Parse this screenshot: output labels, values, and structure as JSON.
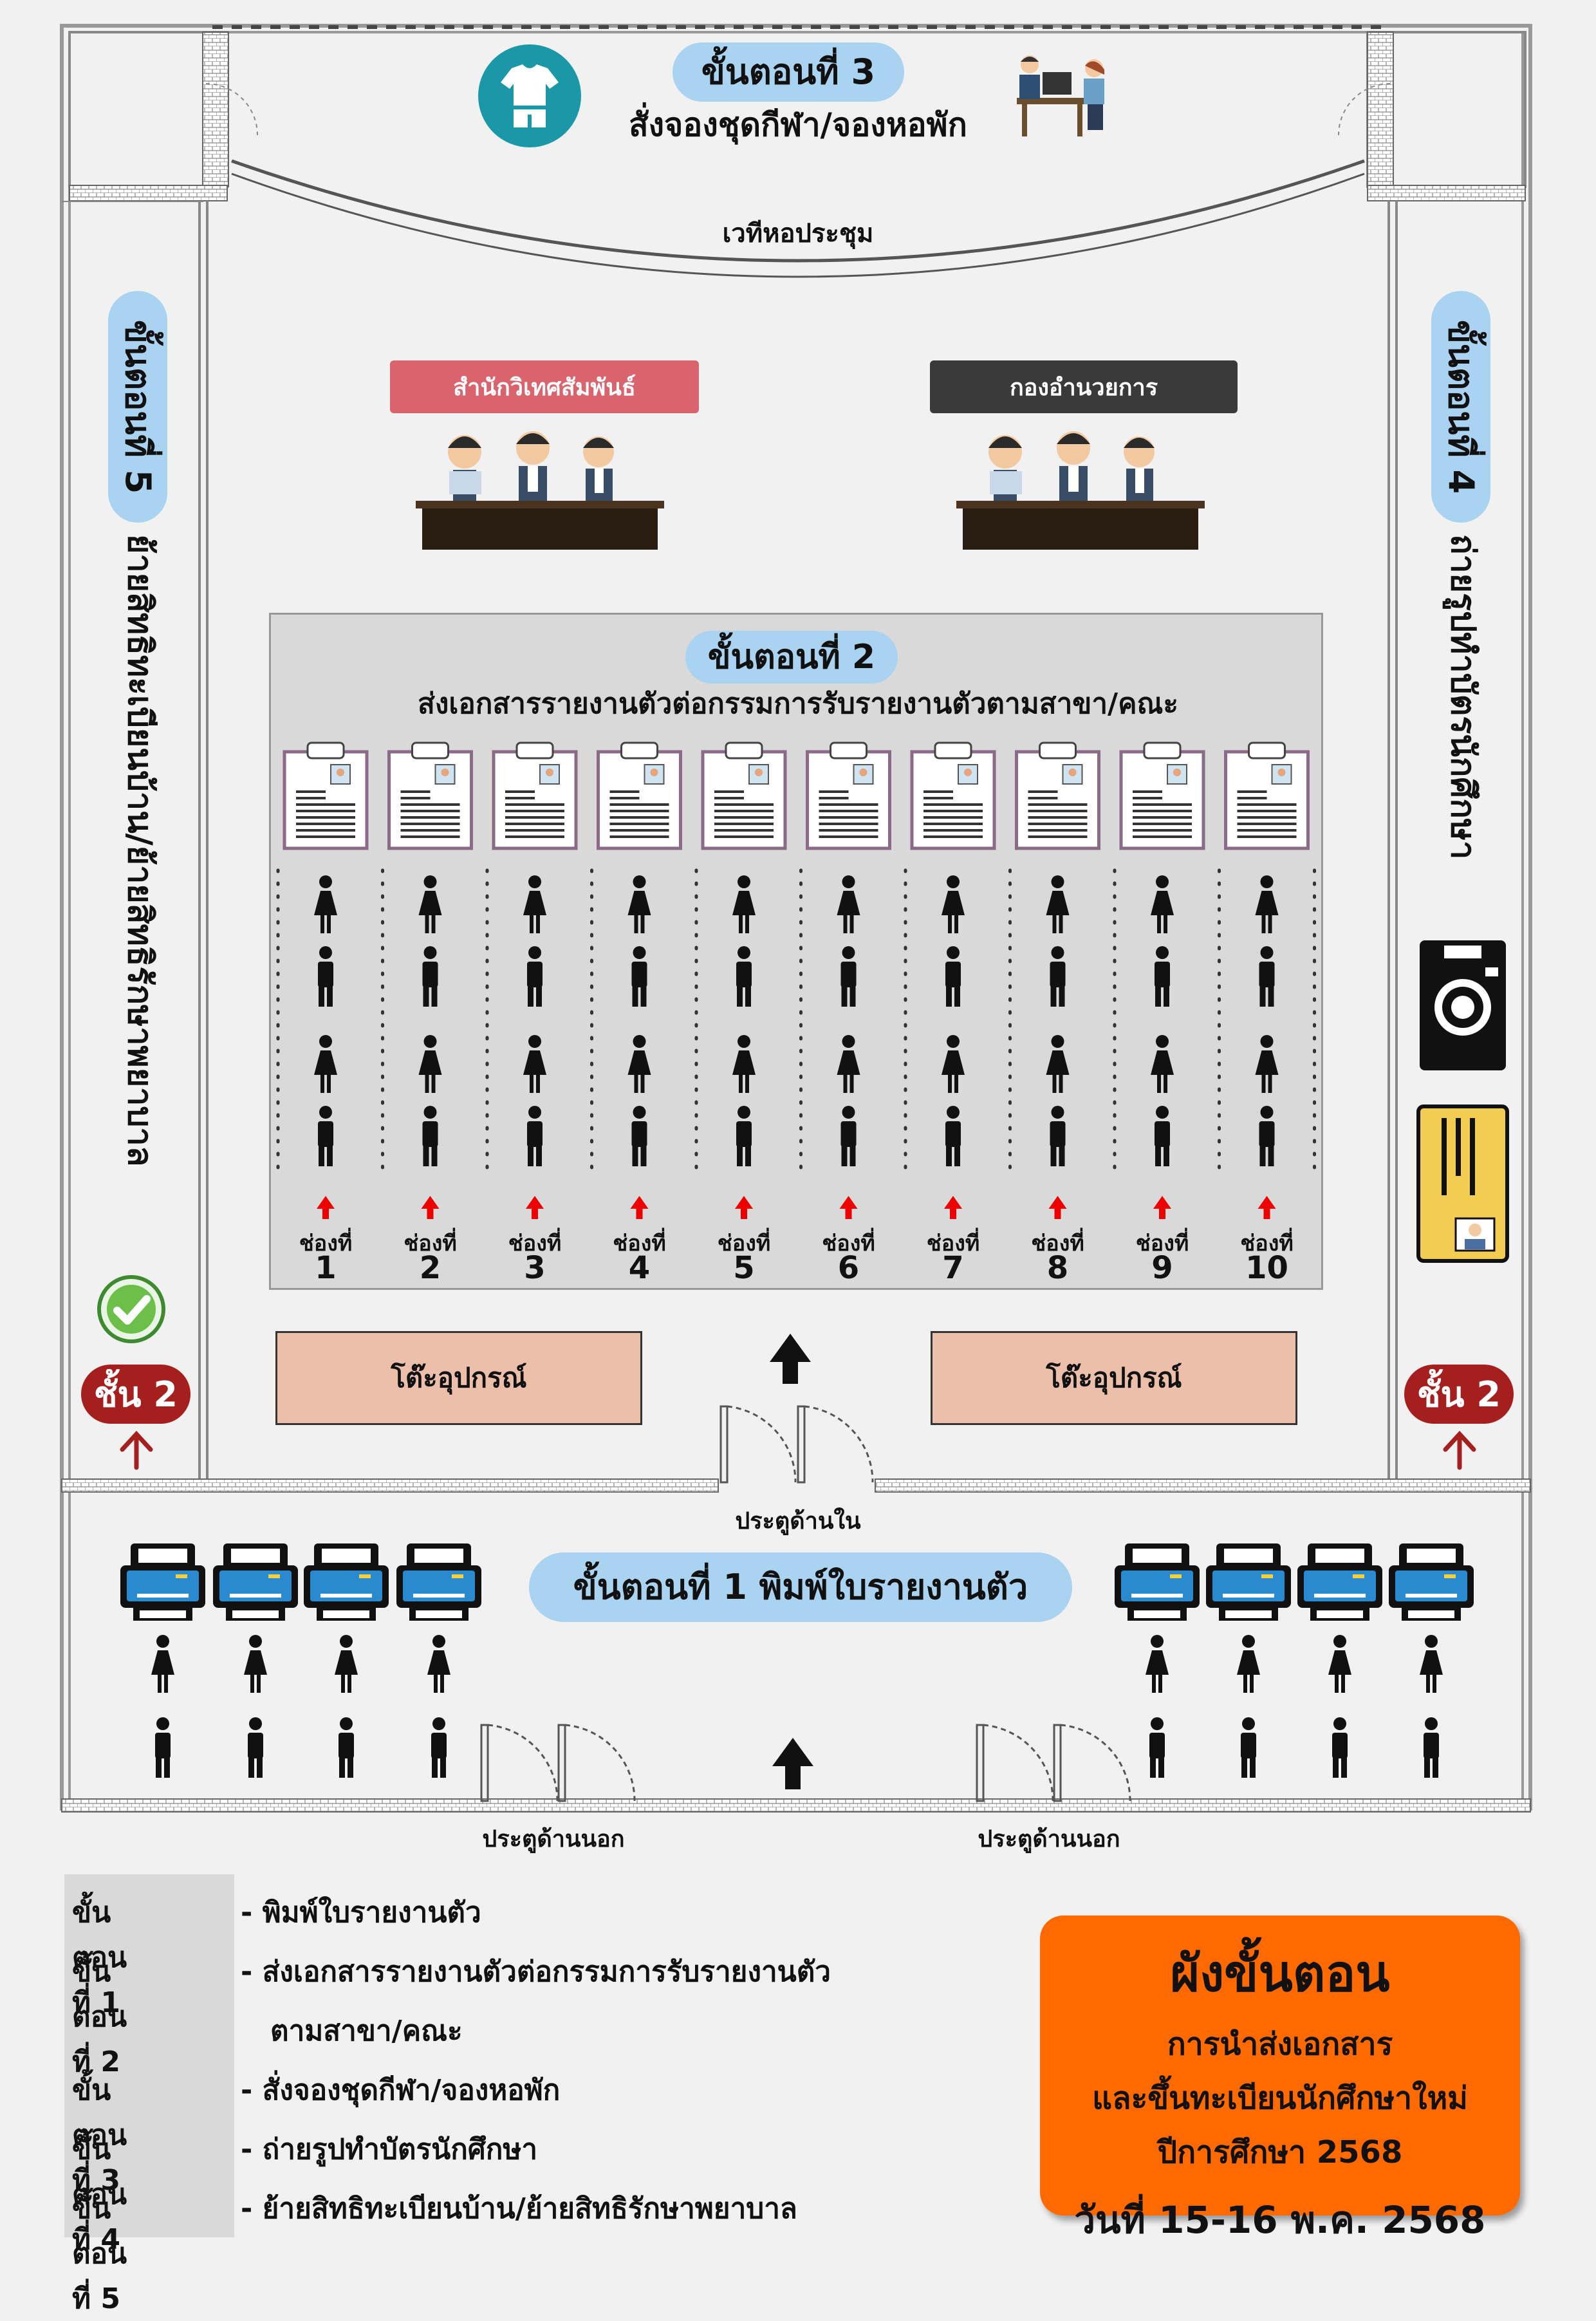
{
  "top": {
    "step3_label": "ขั้นตอนที่ 3",
    "step3_text": "สั่งจองชุดกีฬา/จองหอพัก",
    "stage": "เวทีหอประชุม"
  },
  "left": {
    "step5_label": "ขั้นตอนที่ 5",
    "step5_text": "ย้ายสิทธิทะเบียนบ้าน/ย้ายสิทธิรักษาพยาบาล",
    "floor": "ชั้น 2"
  },
  "right": {
    "step4_label": "ขั้นตอนที่ 4",
    "step4_text": "ถ่ายรูปทำบัตรนักศึกษา",
    "floor": "ชั้น 2"
  },
  "desks": {
    "left": "สำนักวิเทศสัมพันธ์",
    "right": "กองอำนวยการ"
  },
  "step2": {
    "label": "ขั้นตอนที่ 2",
    "text": "ส่งเอกสารรายงานตัวต่อกรรมการรับรายงานตัวตามสาขา/คณะ",
    "lanes": [
      {
        "name": "ช่องที่",
        "num": "1"
      },
      {
        "name": "ช่องที่",
        "num": "2"
      },
      {
        "name": "ช่องที่",
        "num": "3"
      },
      {
        "name": "ช่องที่",
        "num": "4"
      },
      {
        "name": "ช่องที่",
        "num": "5"
      },
      {
        "name": "ช่องที่",
        "num": "6"
      },
      {
        "name": "ช่องที่",
        "num": "7"
      },
      {
        "name": "ช่องที่",
        "num": "8"
      },
      {
        "name": "ช่องที่",
        "num": "9"
      },
      {
        "name": "ช่องที่",
        "num": "10"
      }
    ]
  },
  "equipment": {
    "left": "โต๊ะอุปกรณ์",
    "right": "โต๊ะอุปกรณ์"
  },
  "doors": {
    "inner": "ประตูด้านใน",
    "outer_left": "ประตูด้านนอก",
    "outer_right": "ประตูด้านนอก"
  },
  "step1": {
    "label": "ขั้นตอนที่ 1 พิมพ์ใบรายงานตัว"
  },
  "legend": [
    {
      "key": "ขั้นตอนที่ 1",
      "val": "- พิมพ์ใบรายงานตัว"
    },
    {
      "key": "ขั้นตอนที่ 2",
      "val": "- ส่งเอกสารรายงานตัวต่อกรรมการรับรายงานตัว",
      "val2": "ตามสาขา/คณะ"
    },
    {
      "key": "ขั้นตอนที่ 3",
      "val": "- สั่งจองชุดกีฬา/จองหอพัก"
    },
    {
      "key": "ขั้นตอนที่ 4",
      "val": "- ถ่ายรูปทำบัตรนักศึกษา"
    },
    {
      "key": "ขั้นตอนที่ 5",
      "val": "- ย้ายสิทธิทะเบียนบ้าน/ย้ายสิทธิรักษาพยาบาล"
    }
  ],
  "info_box": {
    "title": "ผังขั้นตอน",
    "line1": "การนำส่งเอกสาร",
    "line2": "และขึ้นทะเบียนนักศึกษาใหม่",
    "line3": "ปีการศึกษา 2568",
    "date": "วันที่ 15-16 พ.ค. 2568"
  },
  "colors": {
    "pill": "#a9d3f0",
    "desk_left": "#d9646e",
    "desk_right": "#3a3a3a",
    "equipment": "#ebbfaa",
    "floor_badge": "#a51f1f",
    "info_box": "#ff6a00",
    "teal": "#1b98a8"
  },
  "icons": [
    "tshirt-icon",
    "staff-desk-icon",
    "camera-icon",
    "id-card-icon",
    "check-circle-icon",
    "printer-icon",
    "person-icon",
    "clipboard-icon",
    "arrow-up-icon"
  ]
}
